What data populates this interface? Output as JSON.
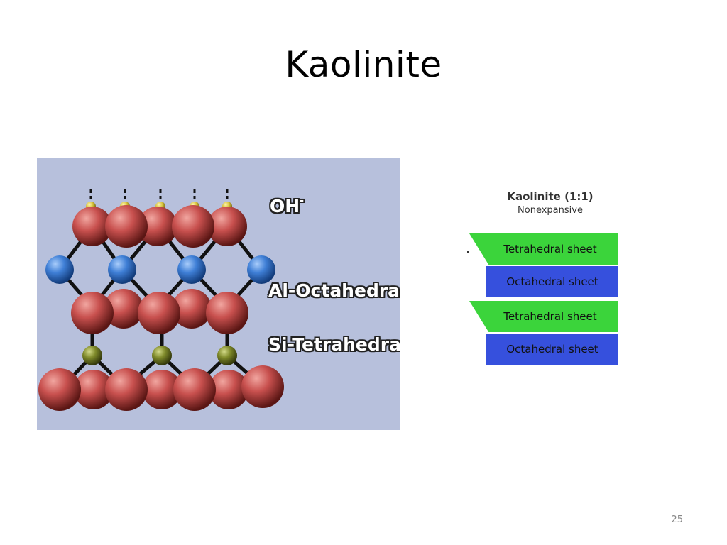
{
  "slide": {
    "title": "Kaolinite",
    "page_number": "25"
  },
  "molecule_model": {
    "labels": {
      "oh": "OH",
      "oh_charge": "-",
      "octahedra": "Al-Octahedra",
      "tetrahedra": "Si-Tetrahedra"
    },
    "colors": {
      "background": "#b7c0dc",
      "oxygen": "#c8504e",
      "aluminum": "#3f7fd6",
      "silicon": "#7f8a2a",
      "hydrogen": "#d6c23c"
    }
  },
  "sheet_diagram": {
    "title": "Kaolinite (1:1)",
    "subtitle": "Nonexpansive",
    "layers": [
      {
        "type": "tetrahedral",
        "label": "Tetrahedral sheet",
        "color": "#3bd43b"
      },
      {
        "type": "octahedral",
        "label": "Octahedral sheet",
        "color": "#3650dd"
      },
      {
        "type": "tetrahedral",
        "label": "Tetrahedral sheet",
        "color": "#3bd43b"
      },
      {
        "type": "octahedral",
        "label": "Octahedral sheet",
        "color": "#3650dd"
      }
    ]
  }
}
